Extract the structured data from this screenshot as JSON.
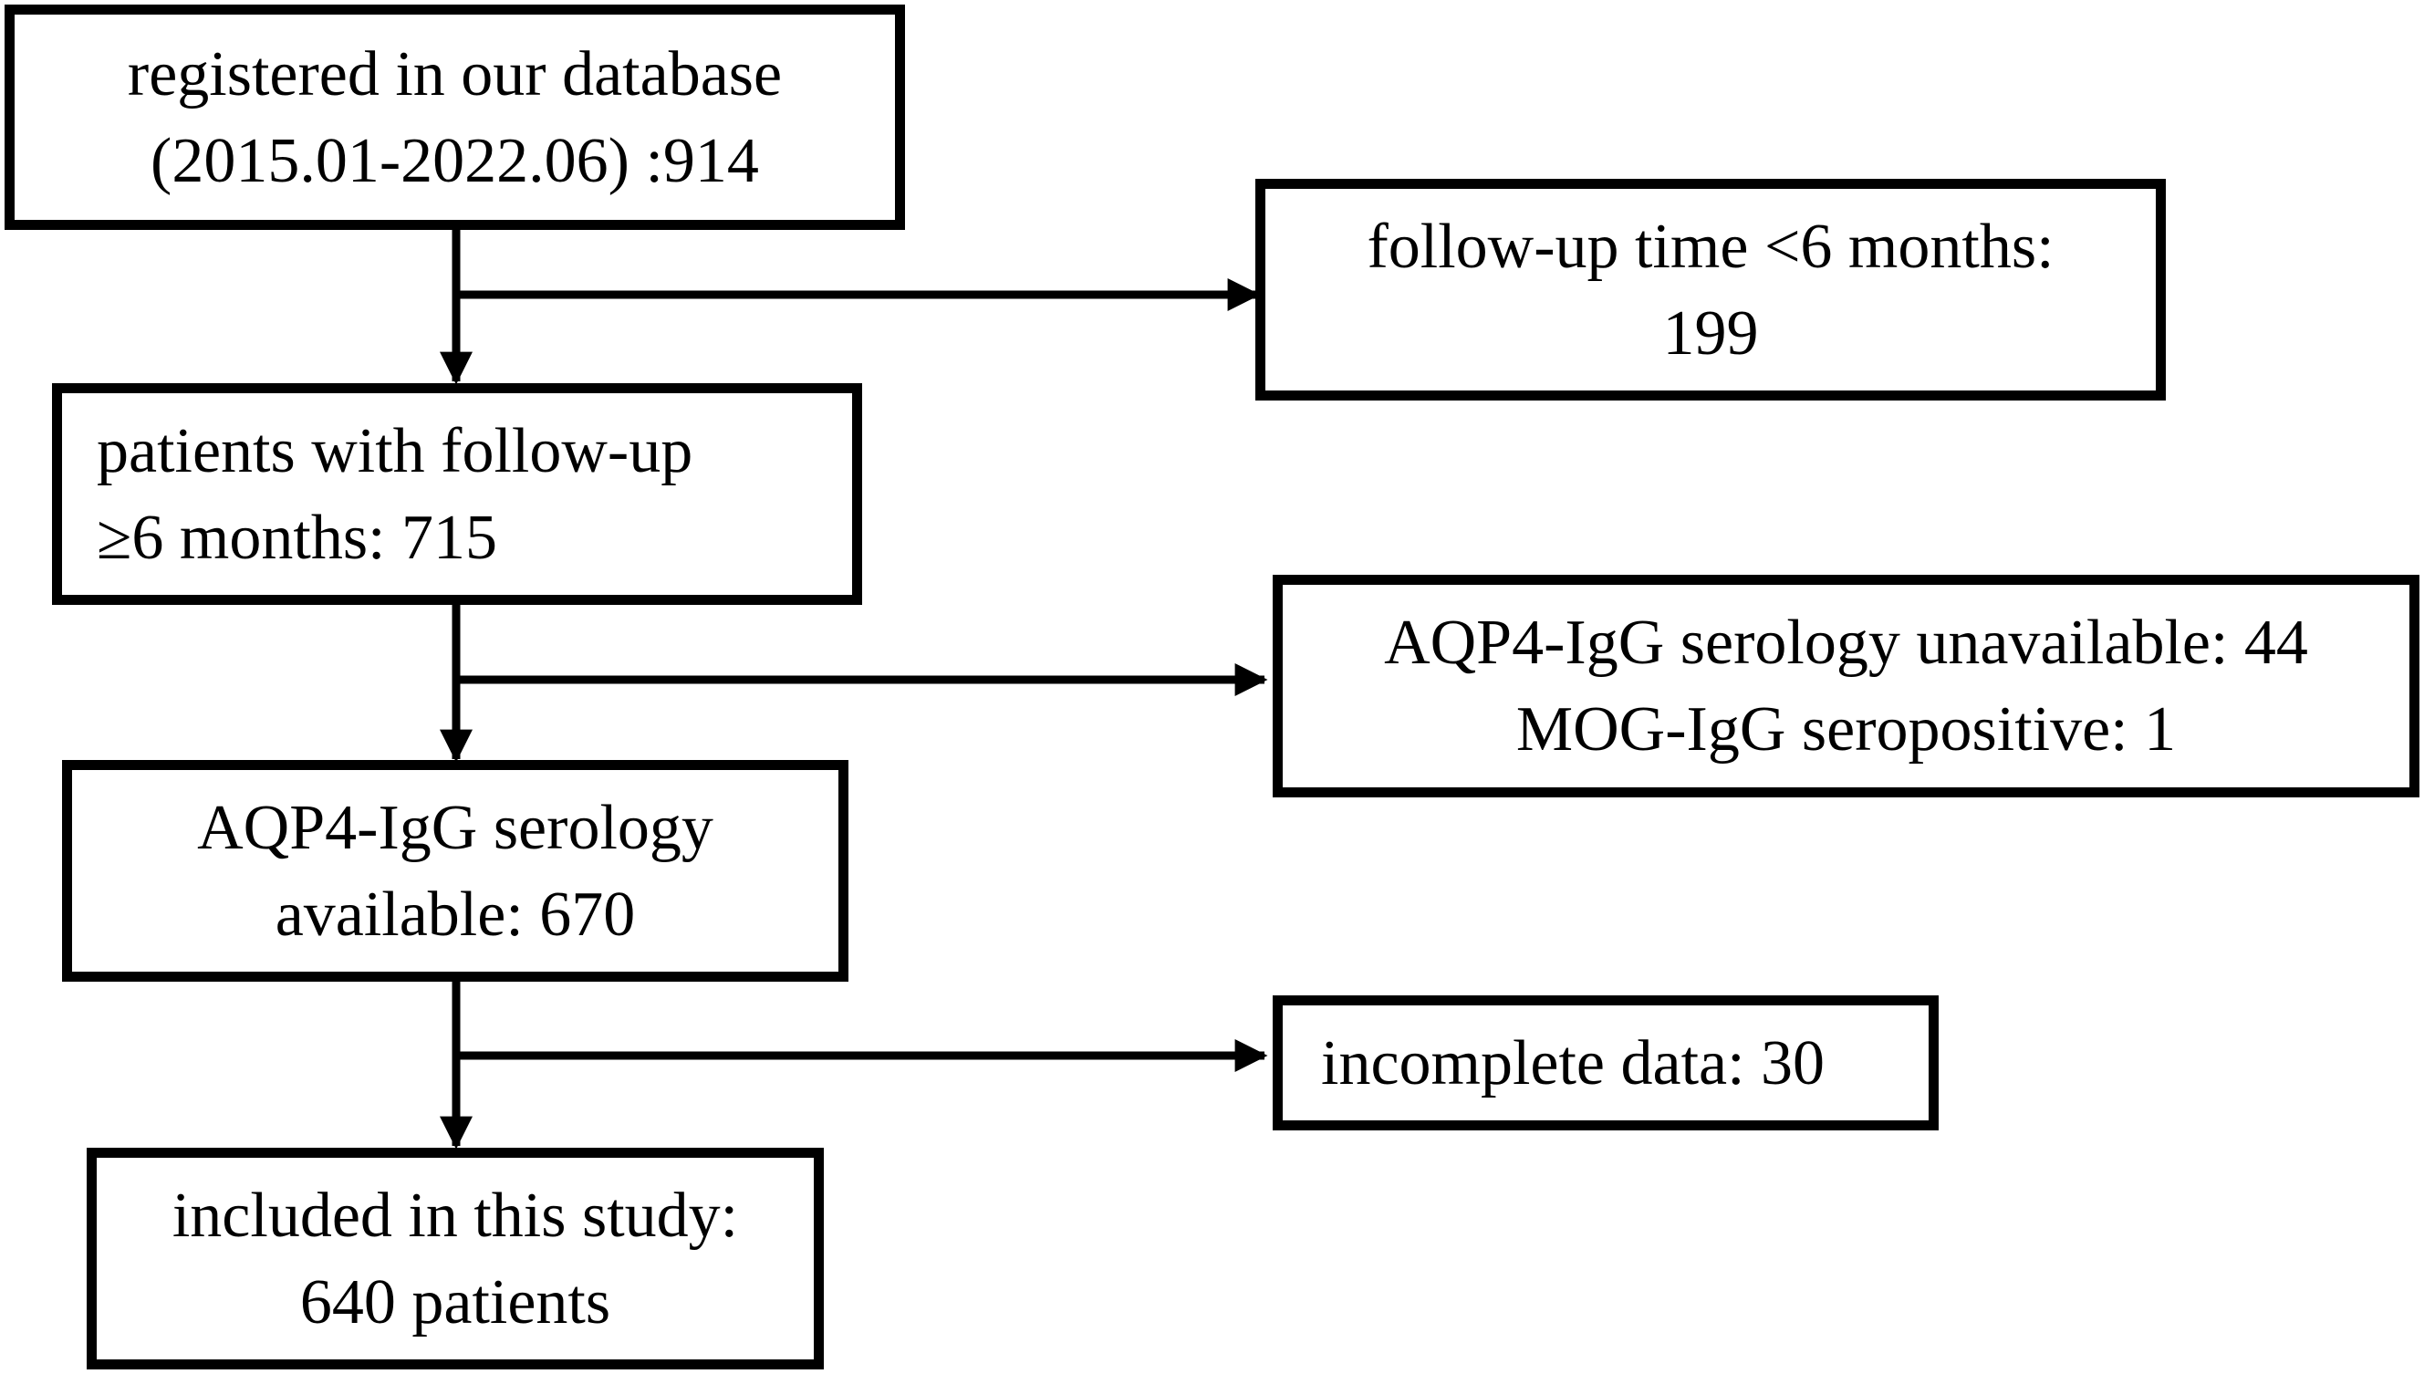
{
  "flowchart": {
    "main_boxes": [
      {
        "id": "registered",
        "lines": [
          "registered in our database",
          "(2015.01-2022.06) :914"
        ]
      },
      {
        "id": "followup-ok",
        "lines": [
          "patients with follow-up",
          "≥6 months: 715"
        ]
      },
      {
        "id": "serology-available",
        "lines": [
          "AQP4-IgG serology",
          "available: 670"
        ]
      },
      {
        "id": "included",
        "lines": [
          "included in this study:",
          "640 patients"
        ]
      }
    ],
    "exclusion_boxes": [
      {
        "id": "followup-short",
        "lines": [
          "follow-up time <6 months:",
          "199"
        ]
      },
      {
        "id": "serology-unavailable",
        "lines": [
          "AQP4-IgG serology unavailable: 44",
          "MOG-IgG seropositive: 1"
        ]
      },
      {
        "id": "incomplete",
        "lines": [
          "incomplete data: 30"
        ]
      }
    ]
  }
}
